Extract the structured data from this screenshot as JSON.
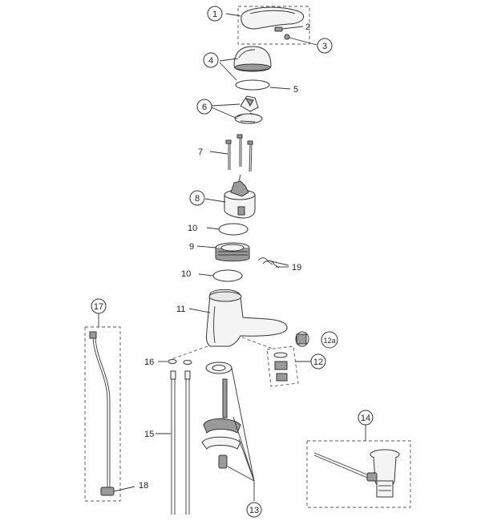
{
  "labels": {
    "n1": "1",
    "n2": "2",
    "n3": "3",
    "n4": "4",
    "n5": "5",
    "n6": "6",
    "n7": "7",
    "n8": "8",
    "n9": "9",
    "n10a": "10",
    "n10b": "10",
    "n11": "11",
    "n12": "12",
    "n12a": "12a",
    "n13": "13",
    "n14": "14",
    "n15": "15",
    "n16": "16",
    "n17": "17",
    "n18": "18",
    "n19": "19"
  }
}
